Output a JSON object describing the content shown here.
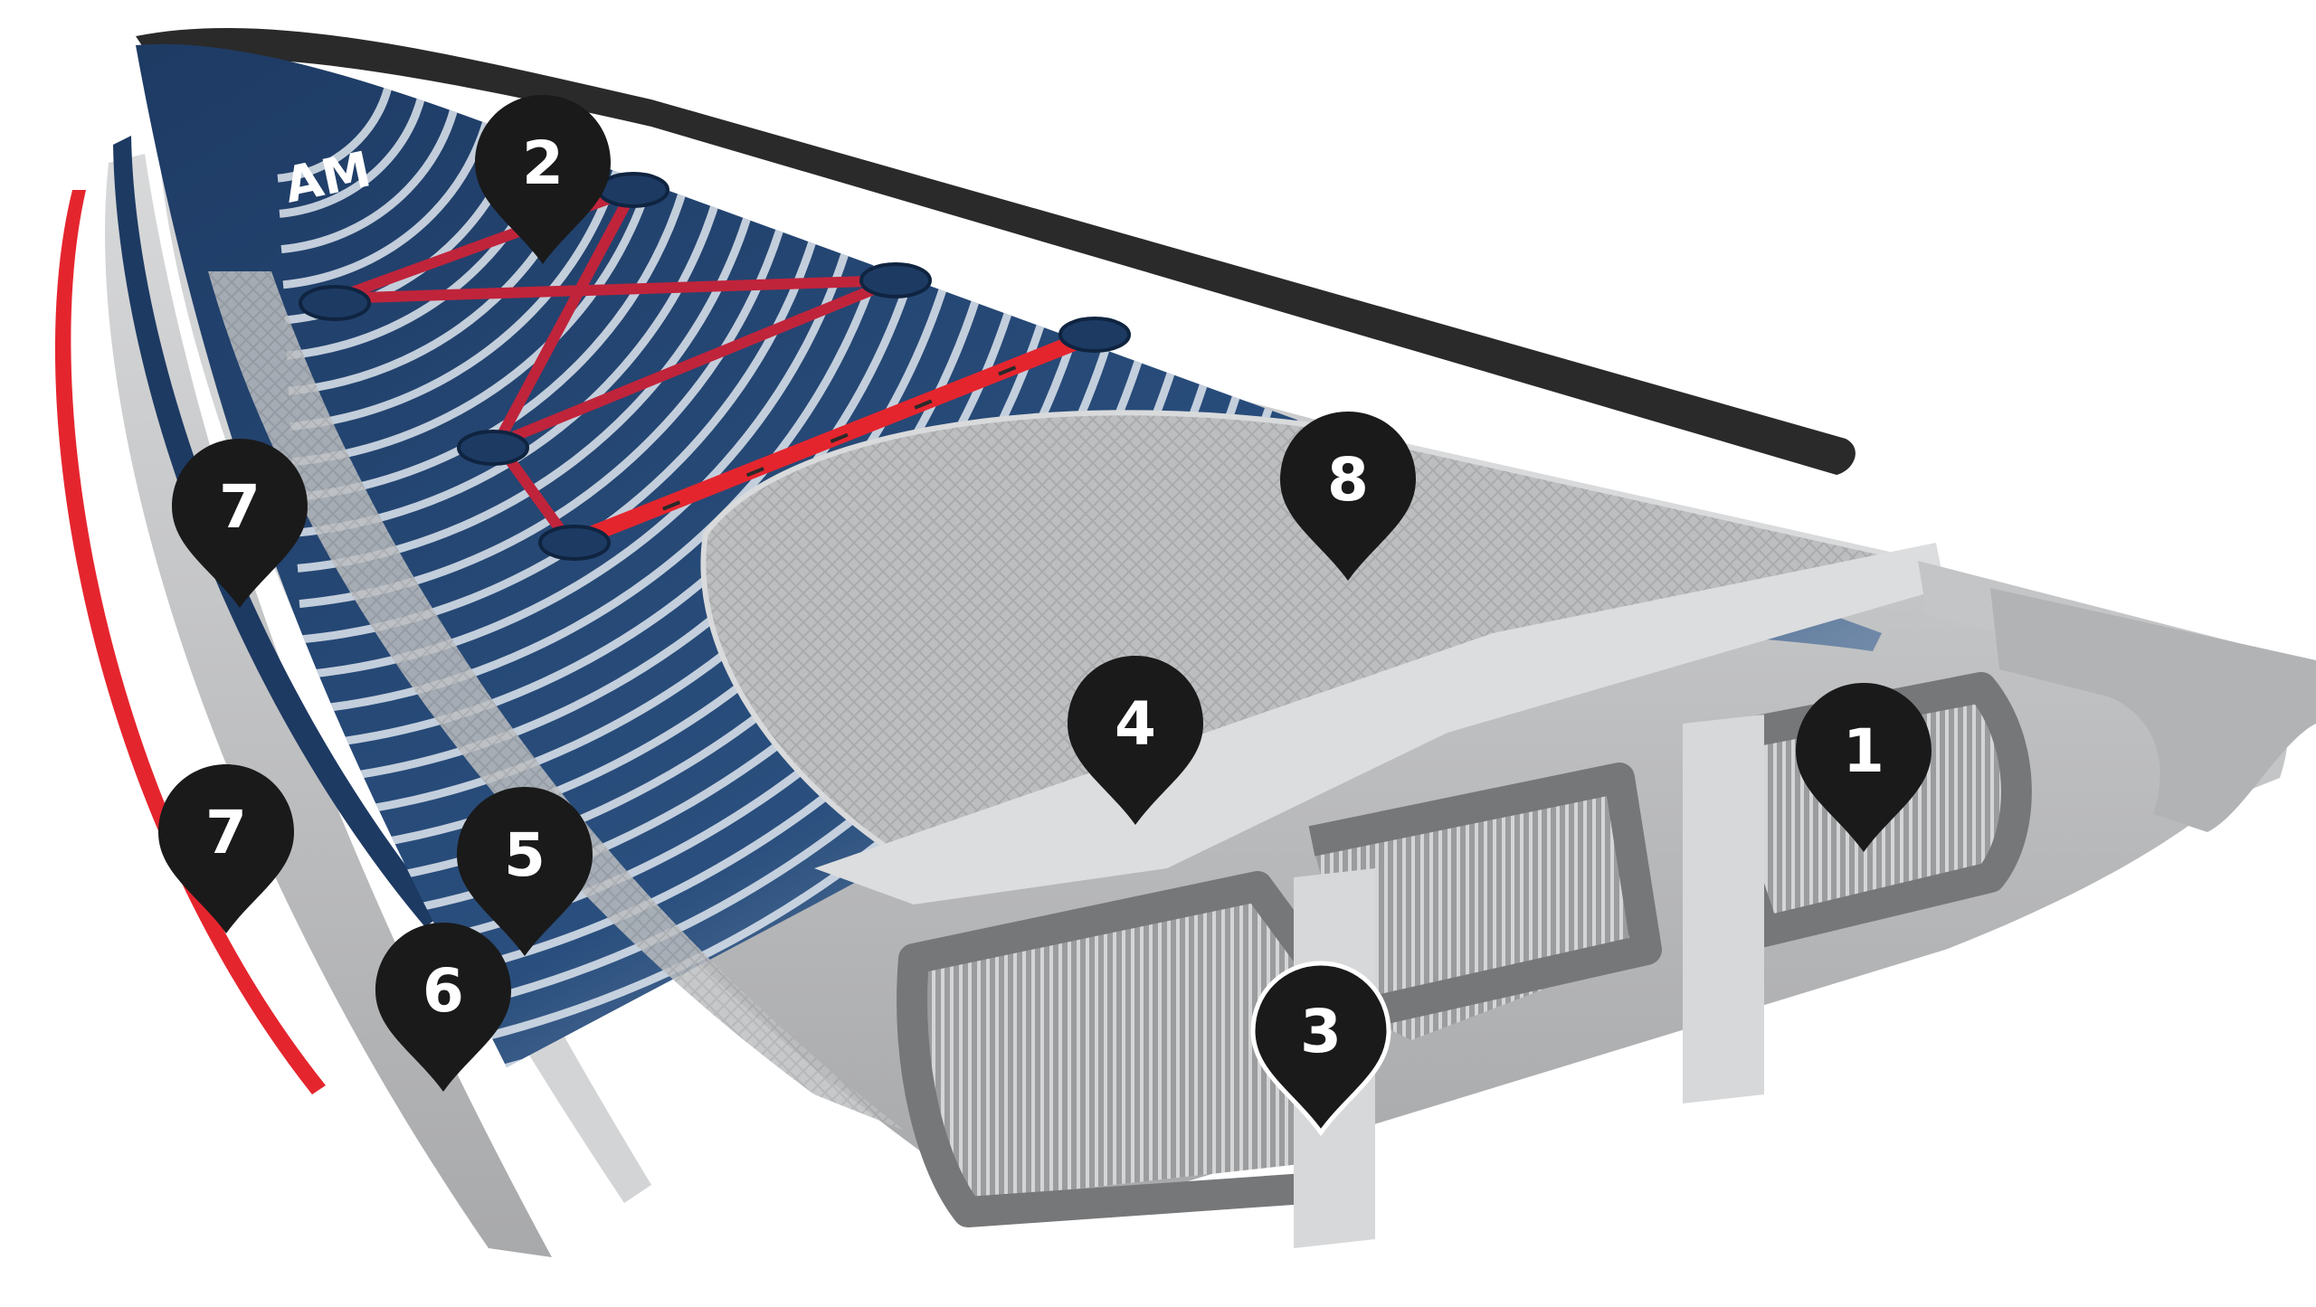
{
  "figure": {
    "brand_mark": "AM"
  },
  "markers": [
    {
      "id": "marker-1",
      "label": "1"
    },
    {
      "id": "marker-2",
      "label": "2"
    },
    {
      "id": "marker-3",
      "label": "3"
    },
    {
      "id": "marker-4",
      "label": "4"
    },
    {
      "id": "marker-5",
      "label": "5"
    },
    {
      "id": "marker-6",
      "label": "6"
    },
    {
      "id": "marker-7a",
      "label": "7"
    },
    {
      "id": "marker-7b",
      "label": "7"
    },
    {
      "id": "marker-8",
      "label": "8"
    }
  ],
  "colors": {
    "deck_navy": "#1d3a63",
    "stripe_white": "#dfe6ee",
    "body_gray": "#c9cbcc",
    "body_dark": "#8e8f91",
    "core_dark": "#6b6c6e",
    "rail_red": "#e5252e",
    "rope_red": "#c0243b",
    "outline_black": "#2a2a2a",
    "marker_black": "#1a1a1a",
    "pad_gray": "#b8bcbf"
  }
}
